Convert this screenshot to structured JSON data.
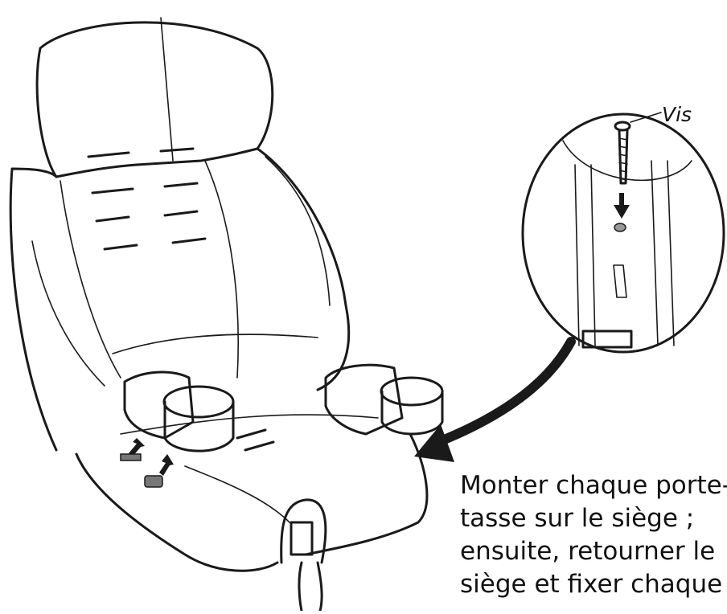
{
  "labels": {
    "screw": "Vis"
  },
  "caption": {
    "lines": [
      "Monter chaque porte-",
      "tasse sur le siège ;",
      "ensuite, retourner le",
      "siège et fixer chaque"
    ]
  },
  "colors": {
    "line": "#1a1a1a",
    "cup_fill": "#9a9a9a",
    "cup_top": "#8c8c8c",
    "holder_fill": "#a8a8a8",
    "background": "#ffffff"
  }
}
